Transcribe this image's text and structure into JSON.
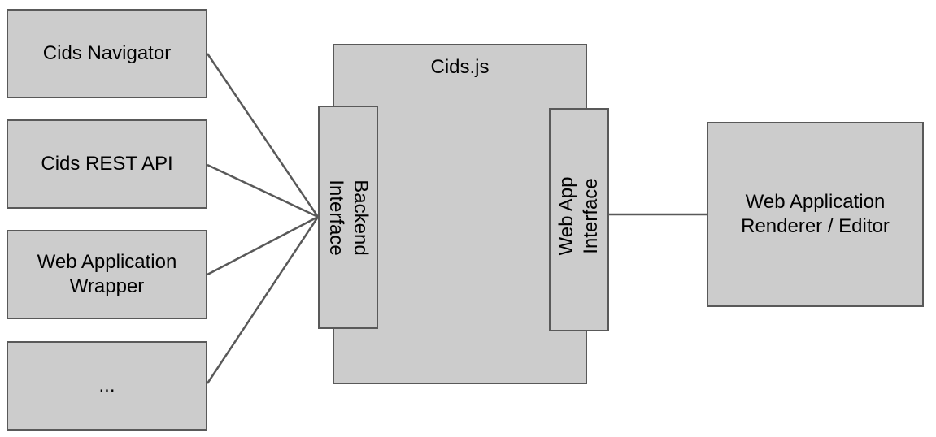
{
  "left_boxes": [
    "Cids Navigator",
    "Cids REST API",
    "Web Application\nWrapper",
    "..."
  ],
  "core": {
    "title": "Cids.js",
    "backend_interface": "Backend\nInterface",
    "webapp_interface": "Web App\nInterface"
  },
  "right_box": "Web Application\nRenderer / Editor",
  "colors": {
    "box_fill": "#cccccc",
    "stroke": "#595959"
  }
}
